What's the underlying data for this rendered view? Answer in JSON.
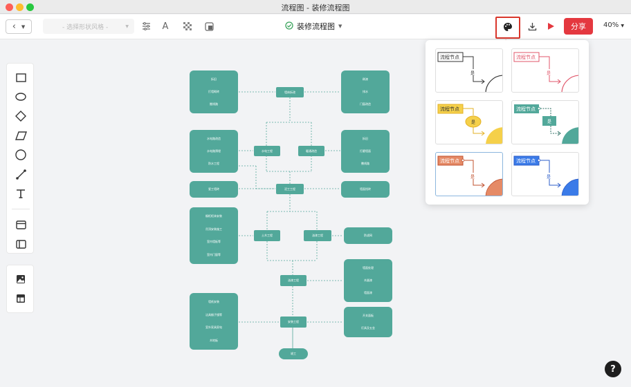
{
  "window": {
    "title": "流程图 - 装修流程图"
  },
  "toolbar": {
    "style_placeholder": "- 选择形状风格 -",
    "doc_title": "装修流程图",
    "share_label": "分享",
    "zoom": "40%"
  },
  "left_tools": [
    "rectangle-icon",
    "ellipse-icon",
    "diamond-icon",
    "parallelogram-icon",
    "circle-icon",
    "line-icon",
    "text-icon",
    "container-icon",
    "swimlane-icon"
  ],
  "left_tools2": [
    "image-icon",
    "template-icon"
  ],
  "theme_popup": {
    "cards": [
      {
        "node_label": "流程节点",
        "edge_label": "是",
        "accent": "#333333",
        "fill": "#ffffff"
      },
      {
        "node_label": "流程节点",
        "edge_label": "是",
        "accent": "#e0566a",
        "fill": "#ffffff"
      },
      {
        "node_label": "流程节点",
        "edge_label": "是",
        "accent": "#e3b125",
        "fill": "#f5d04a"
      },
      {
        "node_label": "流程节点",
        "edge_label": "是",
        "accent": "#3e9a88",
        "fill": "#52a89a"
      },
      {
        "node_label": "流程节点",
        "edge_label": "是",
        "accent": "#c0502e",
        "fill": "#e58a66"
      },
      {
        "node_label": "流程节点",
        "edge_label": "是",
        "accent": "#2b5cc8",
        "fill": "#3b7be8"
      }
    ]
  },
  "flowchart": {
    "node_color": "#52a89a",
    "nodes": [
      {
        "id": "n1",
        "lines": [
          "拆旧",
          "打墙砌砖",
          "搬线路"
        ]
      },
      {
        "id": "n2",
        "label": "墙体拆改"
      },
      {
        "id": "n3",
        "lines": [
          "刷漆",
          "排水",
          "门窗改造"
        ]
      },
      {
        "id": "n4",
        "lines": [
          "水电路改造",
          "水电路预埋",
          "防水工程"
        ]
      },
      {
        "id": "n5",
        "label": "水电工程"
      },
      {
        "id": "n6",
        "label": "暖通改造"
      },
      {
        "id": "n7",
        "lines": [
          "拆旧",
          "打磨墙面",
          "撒线路"
        ]
      },
      {
        "id": "n8",
        "label": "瓷工墙砖"
      },
      {
        "id": "n9",
        "label": "泥工工程"
      },
      {
        "id": "n10",
        "label": "墙面找砖"
      },
      {
        "id": "n11",
        "lines": [
          "橱柜柜体安装",
          "吊顶安装施工",
          "室内墙板等",
          "室内门窗等"
        ]
      },
      {
        "id": "n12",
        "label": "土木工程"
      },
      {
        "id": "n13",
        "label": "油漆工程"
      },
      {
        "id": "n14",
        "label": "防滤网"
      },
      {
        "id": "n15",
        "label": "油漆工程"
      },
      {
        "id": "n16",
        "lines": [
          "墙面处理",
          "木器漆",
          "墙面漆"
        ]
      },
      {
        "id": "n17",
        "lines": [
          "墙纸安装",
          "洁具橱子镜等",
          "室外家具家电",
          "木地板"
        ]
      },
      {
        "id": "n18",
        "label": "安装工程"
      },
      {
        "id": "n19",
        "lines": [
          "开关面板",
          "灯具及五金"
        ]
      },
      {
        "id": "n20",
        "label": "竣工"
      }
    ]
  }
}
